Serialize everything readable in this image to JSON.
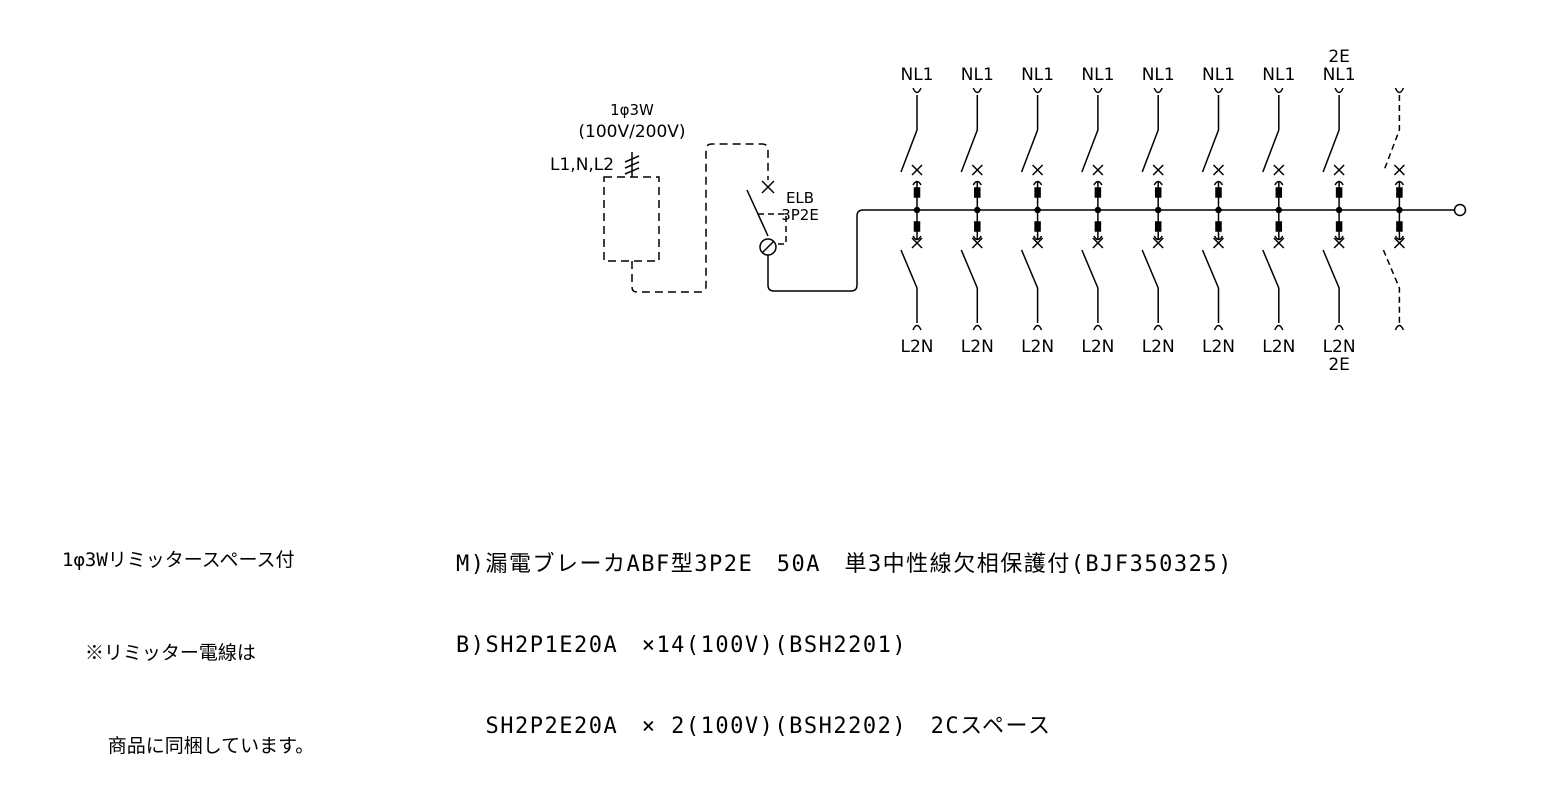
{
  "supply": {
    "line1": "1φ3W",
    "line2": "(100V/200V)",
    "wires": "L1,N,L2"
  },
  "main_breaker": {
    "name": "ELB",
    "type": "3P2E"
  },
  "branches": [
    {
      "top": "NL1",
      "bottom": "L2N",
      "top_extra": "",
      "bottom_extra": "",
      "space": false
    },
    {
      "top": "NL1",
      "bottom": "L2N",
      "top_extra": "",
      "bottom_extra": "",
      "space": false
    },
    {
      "top": "NL1",
      "bottom": "L2N",
      "top_extra": "",
      "bottom_extra": "",
      "space": false
    },
    {
      "top": "NL1",
      "bottom": "L2N",
      "top_extra": "",
      "bottom_extra": "",
      "space": false
    },
    {
      "top": "NL1",
      "bottom": "L2N",
      "top_extra": "",
      "bottom_extra": "",
      "space": false
    },
    {
      "top": "NL1",
      "bottom": "L2N",
      "top_extra": "",
      "bottom_extra": "",
      "space": false
    },
    {
      "top": "NL1",
      "bottom": "L2N",
      "top_extra": "",
      "bottom_extra": "",
      "space": false
    },
    {
      "top": "NL1",
      "bottom": "L2N",
      "top_extra": "2E",
      "bottom_extra": "2E",
      "space": false
    },
    {
      "top": "",
      "bottom": "",
      "top_extra": "",
      "bottom_extra": "",
      "space": true
    }
  ],
  "notes_left": [
    "1φ3Wリミッタースペース付",
    "  ※リミッター電線は",
    "    商品に同梱しています。"
  ],
  "notes_right": [
    "M)漏電ブレーカABF型3P2E　50A　単3中性線欠相保護付(BJF350325)",
    "B)SH2P1E20A　×14(100V)(BSH2201)",
    "  SH2P2E20A　× 2(100V)(BSH2202)　2Cスペース"
  ]
}
